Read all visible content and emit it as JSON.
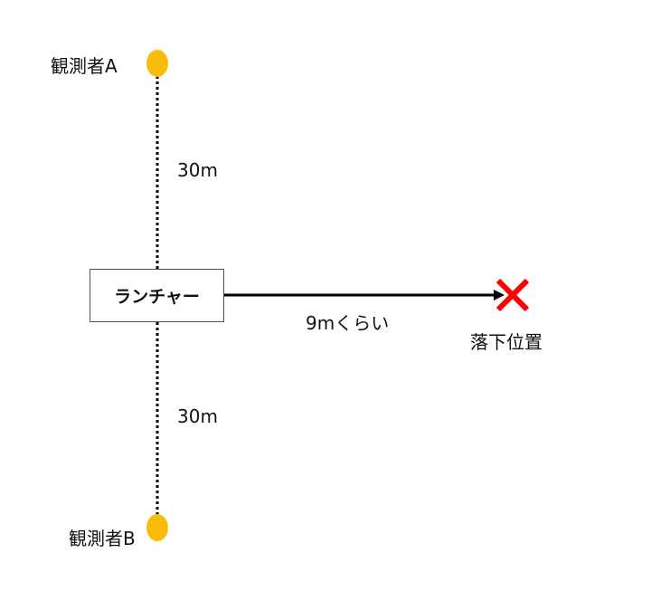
{
  "observer_a": {
    "label": "観測者A"
  },
  "observer_b": {
    "label": "観測者B"
  },
  "distance_top": "30m",
  "distance_bottom": "30m",
  "launcher": {
    "label": "ランチャー"
  },
  "launch_distance": "9mくらい",
  "landing": {
    "label": "落下位置"
  },
  "colors": {
    "observer_dot": "#f9bd09",
    "landing_mark": "#ff0000",
    "line": "#000000",
    "box_border": "#41546b"
  }
}
